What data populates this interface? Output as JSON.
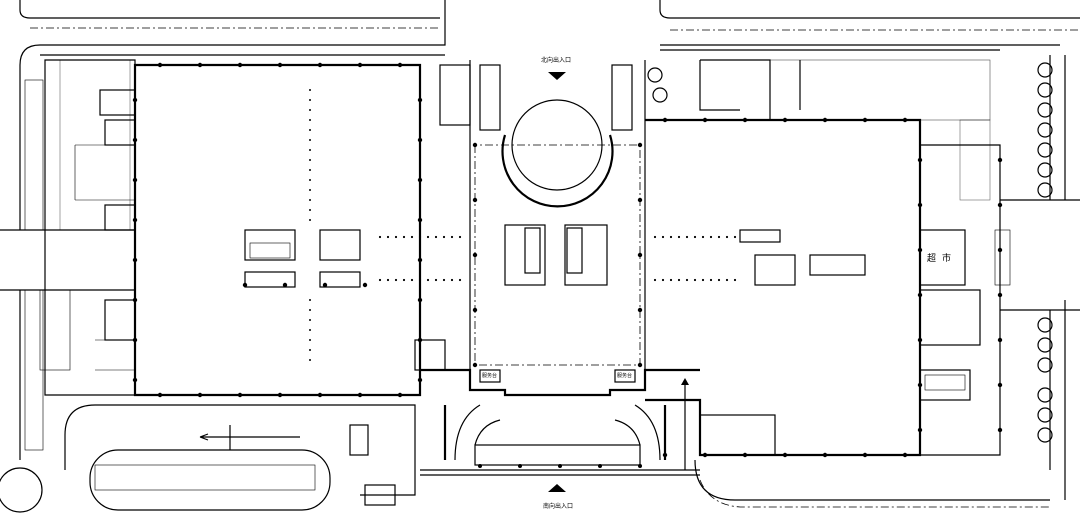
{
  "plan": {
    "north_entrance": "北向出入口",
    "south_entrance": "南向出入口",
    "supermarket": "超市",
    "service_desk_left": "服务台",
    "service_desk_right": "服务台"
  },
  "colors": {
    "line": "#000000",
    "background": "#ffffff"
  }
}
